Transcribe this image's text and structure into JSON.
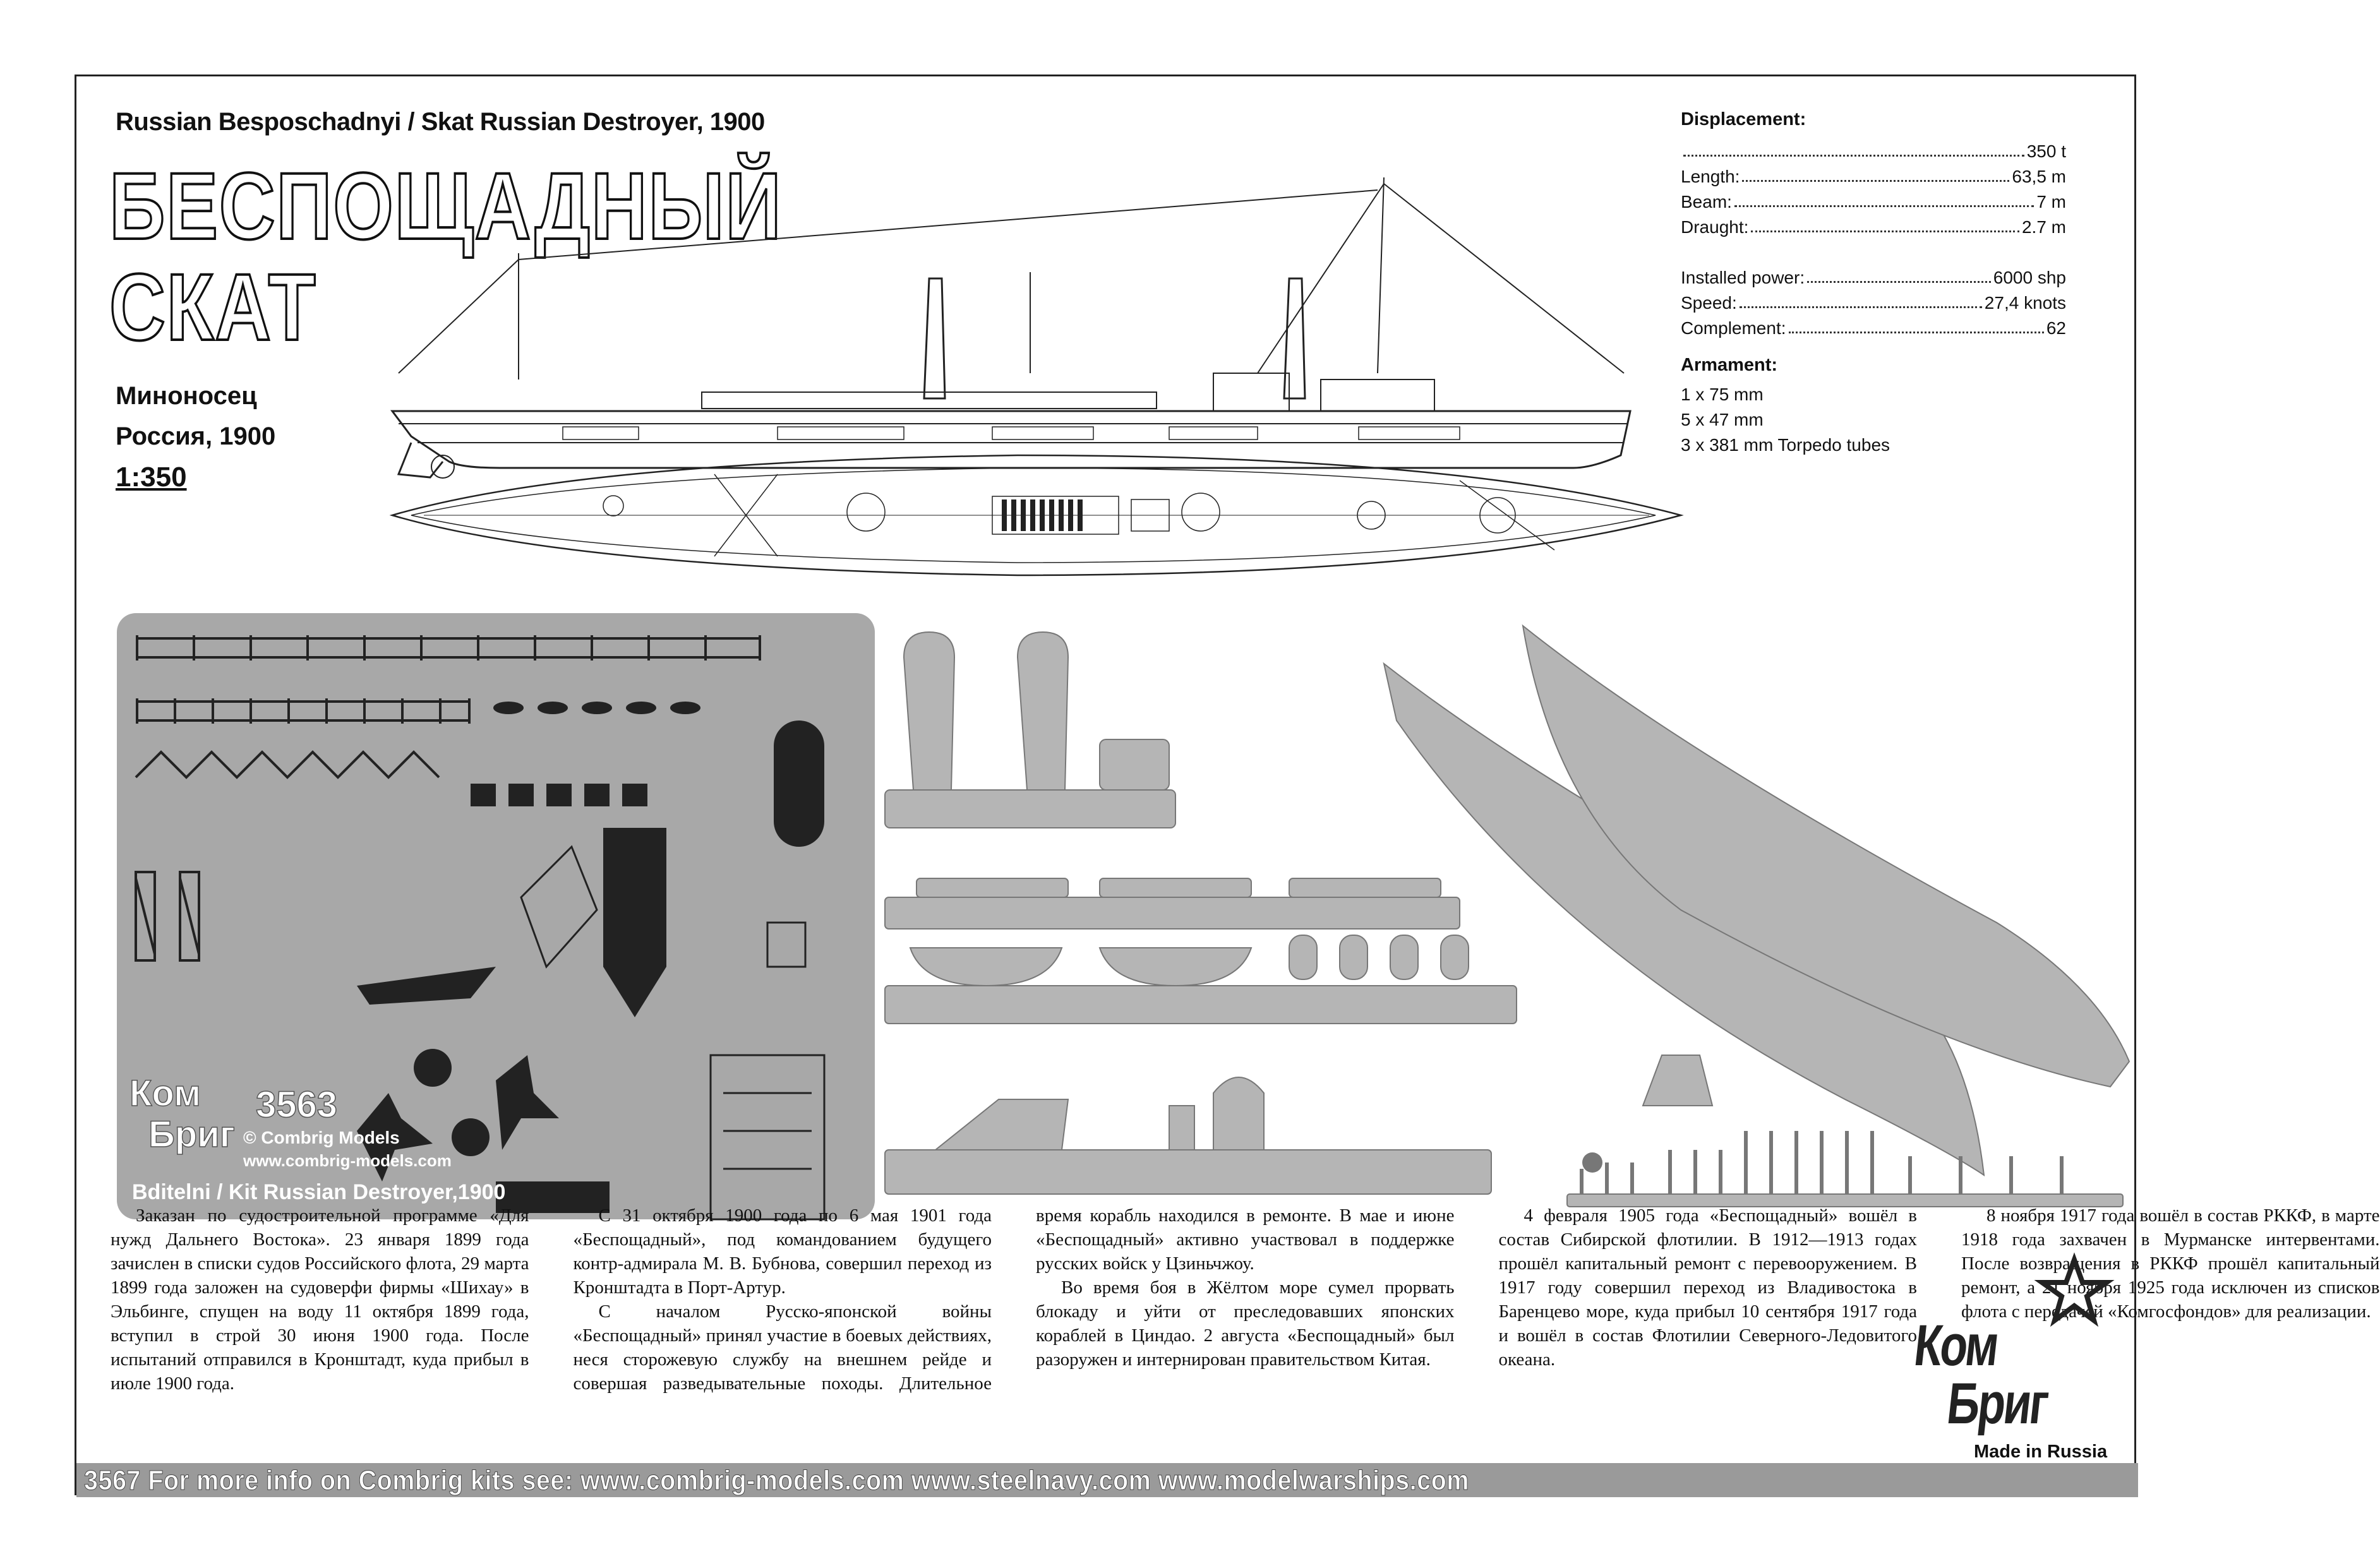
{
  "header": {
    "title_en": "Russian Besposchadnyi / Skat Russian Destroyer, 1900",
    "name_ru_line1": "БЕСПОЩАДНЫЙ",
    "name_ru_line2": "СКАТ",
    "type_ru": "Миноносец",
    "country_year_ru": "Россия, 1900",
    "scale": "1:350"
  },
  "specs": {
    "displacement_label": "Displacement:",
    "displacement_value": "350 t",
    "rows": [
      {
        "label": "Length:",
        "value": "63,5 m"
      },
      {
        "label": "Beam:",
        "value": "7 m"
      },
      {
        "label": "Draught:",
        "value": "2.7 m"
      }
    ],
    "rows2": [
      {
        "label": "Installed power: ",
        "value": "6000 shp"
      },
      {
        "label": "Speed:",
        "value": "27,4 knots"
      },
      {
        "label": "Complement: ",
        "value": "62"
      }
    ],
    "armament_label": "Armament:",
    "armament": [
      "1 x 75 mm",
      "5 x 47 mm",
      "3 x 381 mm Torpedo tubes"
    ]
  },
  "fret": {
    "kit_number": "3563",
    "copyright": "© Combrig Models",
    "url": "www.combrig-models.com",
    "caption": "Bditelni / Kit  Russian Destroyer,1900"
  },
  "history": [
    "Заказан по судостроительной программе «Для нужд Дальнего Востока». 23 января 1899 года зачислен в списки судов Российского флота, 29 марта 1899 года заложен на судоверфи фирмы «Шихау» в Эльбинге, спущен на воду 11 октября 1899 года, вступил в строй 30 июня 1900 года. После испытаний отправился в Кронштадт, куда прибыл в июле 1900 года.",
    "С 31 октября 1900 года по 6 мая 1901 года «Беспощадный», под командованием будущего контр-адмирала М. В. Бубнова, совершил переход из Кронштадта в Порт-Артур.",
    "С началом Русско-японской войны «Беспощадный» принял участие в боевых действиях, неся сторожевую службу на внешнем рейде и совершая разведывательные походы. Длительное время корабль находился в ремонте. В мае и июне «Беспощадный» активно участвовал в поддержке русских войск у Цзиньчжоу.",
    "Во время боя в Жёлтом море сумел прорвать блокаду и уйти от преследовавших японских кораблей в Циндао. 2 августа «Беспощадный» был разоружен и интернирован правительством Китая.",
    "4 февраля 1905 года «Беспощадный» вошёл в состав Сибирской флотилии. В 1912—1913 годах прошёл капитальный ремонт с перевооружением. В 1917 году совершил переход из Владивостока в Баренцево море, куда прибыл 10 сентября 1917 года и вошёл в состав Флотилии Северного-Ледовитого океана.",
    "8 ноября 1917 года вошёл в состав РККФ, в марте 1918 года захвачен в Мурманске интервентами. После возвращения в РККФ прошёл капитальный ремонт, а 21 ноября 1925 года исключен из списков флота с передачей «Комгосфондов» для реализации."
  ],
  "footer": {
    "text": "3567  For more info on Combrig kits see:    www.combrig-models.com   www.steelnavy.com   www.modelwarships.com"
  },
  "logo": {
    "kom": "Ком",
    "brig": "Бриг",
    "made_in": "Made in Russia"
  },
  "colors": {
    "resin_gray": "#b5b5b5",
    "fret_gray": "#a8a8a8",
    "footer_gray": "#9a9a9a"
  }
}
